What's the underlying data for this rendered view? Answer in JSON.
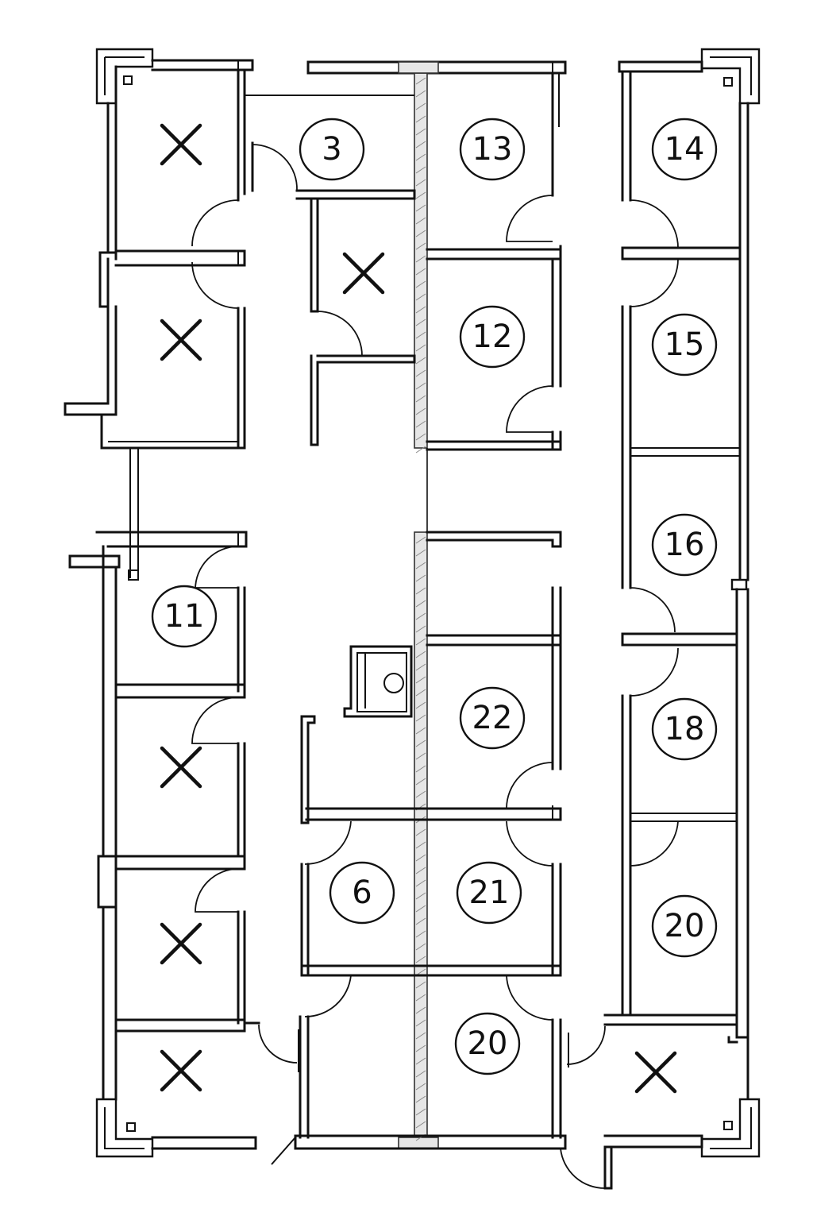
{
  "rooms": [
    {
      "id": "r-left-1",
      "label": "",
      "occupied": true
    },
    {
      "id": "r-3",
      "label": "3",
      "occupied": false
    },
    {
      "id": "r-13",
      "label": "13",
      "occupied": false
    },
    {
      "id": "r-14",
      "label": "14",
      "occupied": false
    },
    {
      "id": "r-left-2",
      "label": "",
      "occupied": true
    },
    {
      "id": "r-center-1",
      "label": "",
      "occupied": true
    },
    {
      "id": "r-12",
      "label": "12",
      "occupied": false
    },
    {
      "id": "r-15",
      "label": "15",
      "occupied": false
    },
    {
      "id": "r-16",
      "label": "16",
      "occupied": false
    },
    {
      "id": "r-11",
      "label": "11",
      "occupied": false
    },
    {
      "id": "r-22",
      "label": "22",
      "occupied": false
    },
    {
      "id": "r-18",
      "label": "18",
      "occupied": false
    },
    {
      "id": "r-left-3",
      "label": "",
      "occupied": true
    },
    {
      "id": "r-6",
      "label": "6",
      "occupied": false
    },
    {
      "id": "r-21",
      "label": "21",
      "occupied": false
    },
    {
      "id": "r-20a",
      "label": "20",
      "occupied": false
    },
    {
      "id": "r-left-4",
      "label": "",
      "occupied": true
    },
    {
      "id": "r-20b",
      "label": "20",
      "occupied": false
    },
    {
      "id": "r-left-5",
      "label": "",
      "occupied": true
    },
    {
      "id": "r-right-bottom",
      "label": "",
      "occupied": true
    }
  ],
  "icons": {
    "occupied": "x-mark-icon",
    "fixture": "sink-icon"
  }
}
